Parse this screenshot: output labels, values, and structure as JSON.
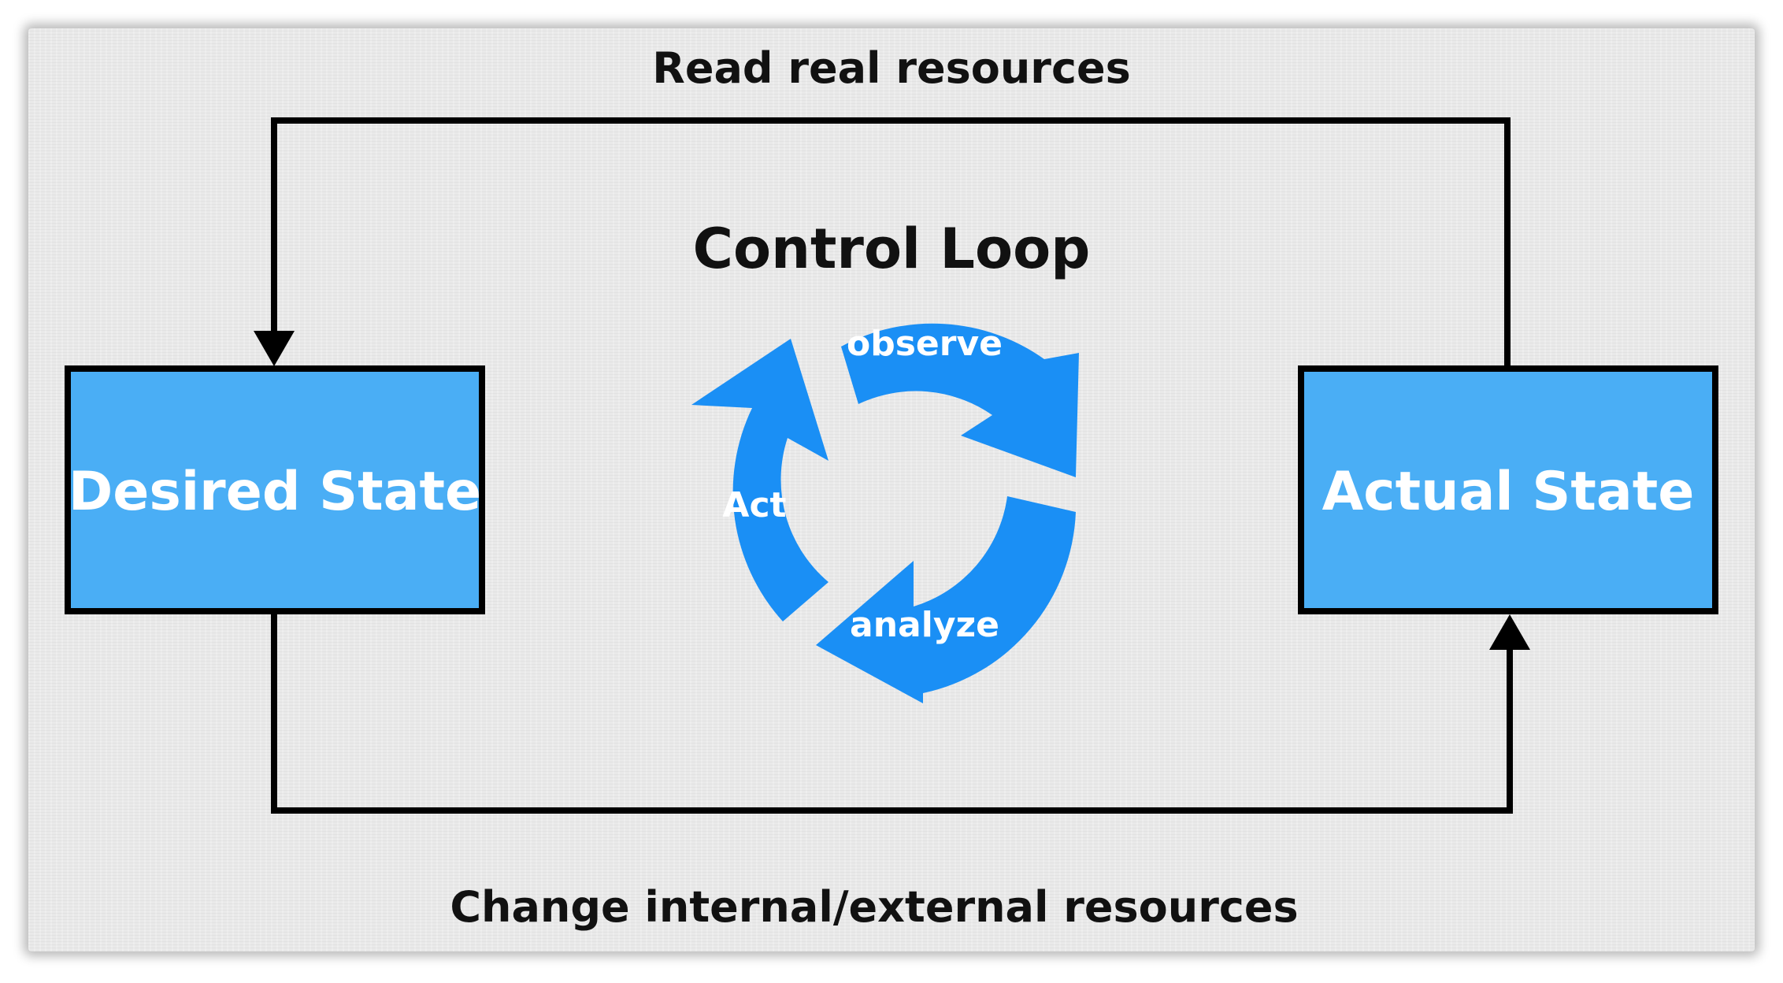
{
  "labels": {
    "top": "Read real resources",
    "bottom": "Change internal/external resources",
    "title": "Control Loop"
  },
  "boxes": {
    "desired": "Desired State",
    "actual": "Actual State"
  },
  "cycle": {
    "observe": "observe",
    "analyze": "analyze",
    "act": "Act"
  },
  "colors": {
    "box_fill": "#4aaef5",
    "cycle_blue": "#1a8ff5",
    "line": "#000000"
  }
}
